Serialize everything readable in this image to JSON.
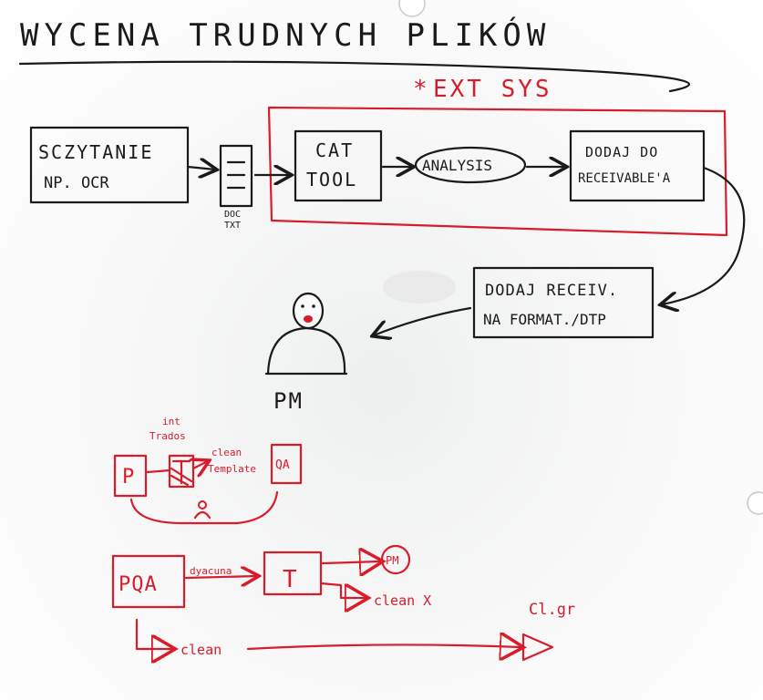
{
  "title": "WYCENA TRUDNYCH PLIKÓW",
  "ext_sys": {
    "label": "EXT SYS",
    "star": "*"
  },
  "flow": {
    "scan_box": {
      "line1": "SCZYTANIE",
      "line2": "NP. OCR"
    },
    "doc_label": {
      "line1": "DOC",
      "line2": "TXT"
    },
    "cat_tool": {
      "line1": "CAT",
      "line2": "TOOL"
    },
    "analysis": "ANALYSIS",
    "add_receivable": {
      "line1": "DODAJ DO",
      "line2": "RECEIVABLE'A"
    },
    "add_receiv_format": {
      "line1": "DODAJ RECEIV.",
      "line2": "NA FORMAT./DTP"
    },
    "pm_label": "PM"
  },
  "red_notes": {
    "p_box": "P",
    "int_trados": {
      "line1": "int",
      "line2": "Trados"
    },
    "clean_template": {
      "line1": "clean",
      "line2": "Template"
    },
    "qa_box": "QA",
    "pqa_box": "PQA",
    "dyacuna": "dyacuna",
    "t_box": "T",
    "pm_circle": "PM",
    "clean_x": "clean X",
    "clean_bottom": "clean",
    "client": "Cl.gr"
  },
  "colors": {
    "black_ink": "#1a1a1a",
    "red_ink": "#d81c2a",
    "board": "#ffffff"
  }
}
